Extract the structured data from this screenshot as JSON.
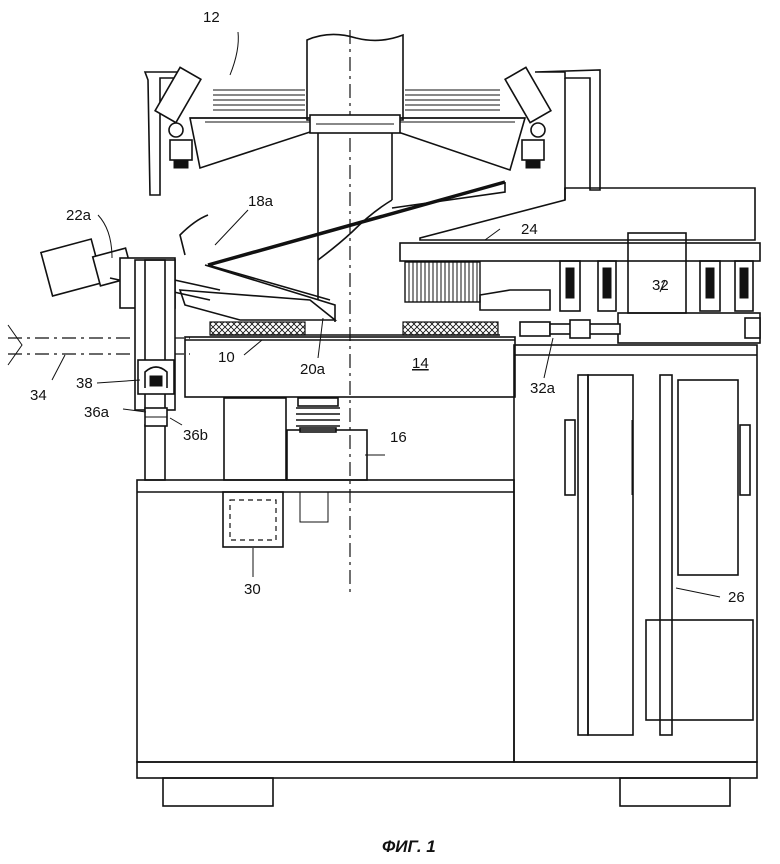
{
  "labels": {
    "l12": "12",
    "l18a": "18a",
    "l22a": "22a",
    "l24": "24",
    "l32": "32",
    "l32a": "32a",
    "l10": "10",
    "l20a": "20a",
    "l14": "14",
    "l16": "16",
    "l34": "34",
    "l38": "38",
    "l36a": "36a",
    "l36b": "36b",
    "l30": "30",
    "l26": "26"
  },
  "caption": "ФИГ. 1"
}
